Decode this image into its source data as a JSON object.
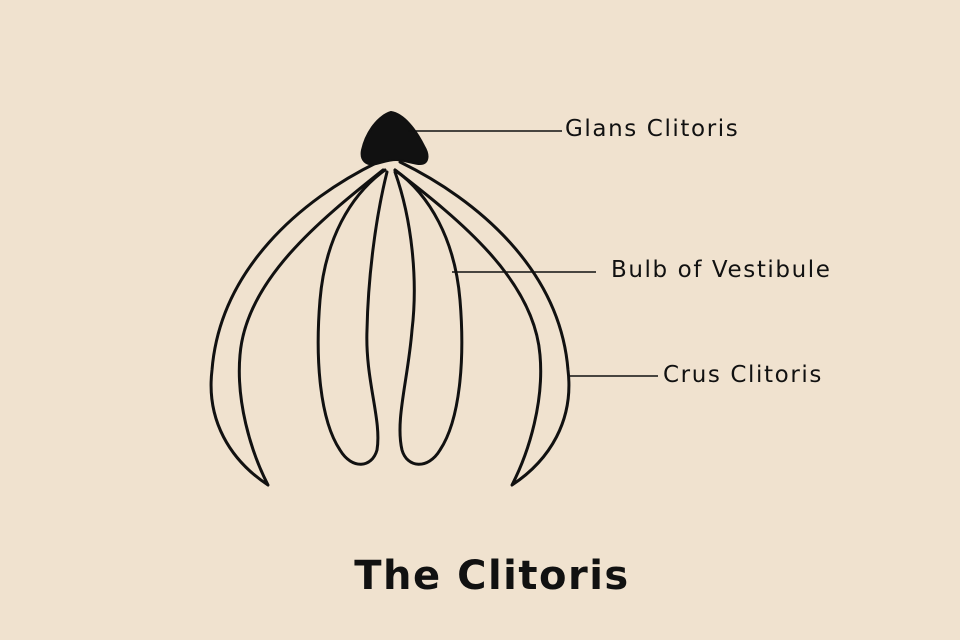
{
  "diagram": {
    "title": "The Clitoris",
    "labels": {
      "glans": "Glans Clitoris",
      "bulb": "Bulb of Vestibule",
      "crus": "Crus Clitoris"
    },
    "colors": {
      "background": "#f0e2cf",
      "ink": "#111111"
    }
  }
}
